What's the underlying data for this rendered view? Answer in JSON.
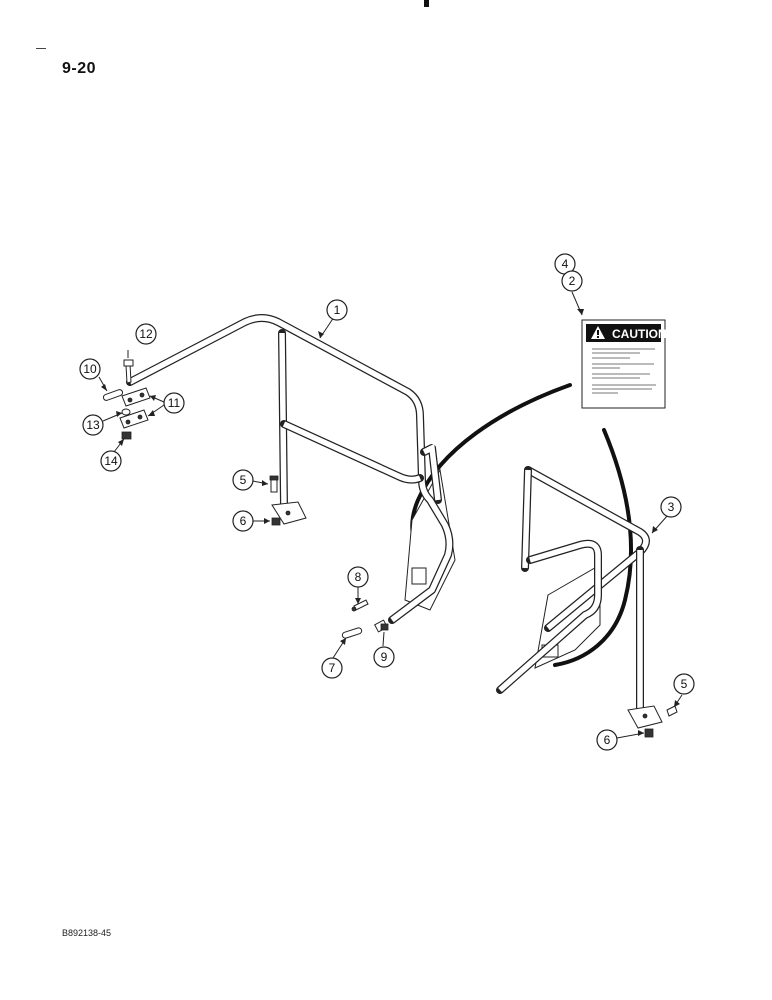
{
  "page": {
    "page_number": "9-20",
    "figure_code": "B892138-45"
  },
  "decal": {
    "caution_label": "CAUTION"
  },
  "callouts": [
    "1",
    "2",
    "3",
    "4",
    "5",
    "6",
    "7",
    "8",
    "9",
    "10",
    "11",
    "12",
    "13",
    "14",
    "5",
    "6"
  ]
}
